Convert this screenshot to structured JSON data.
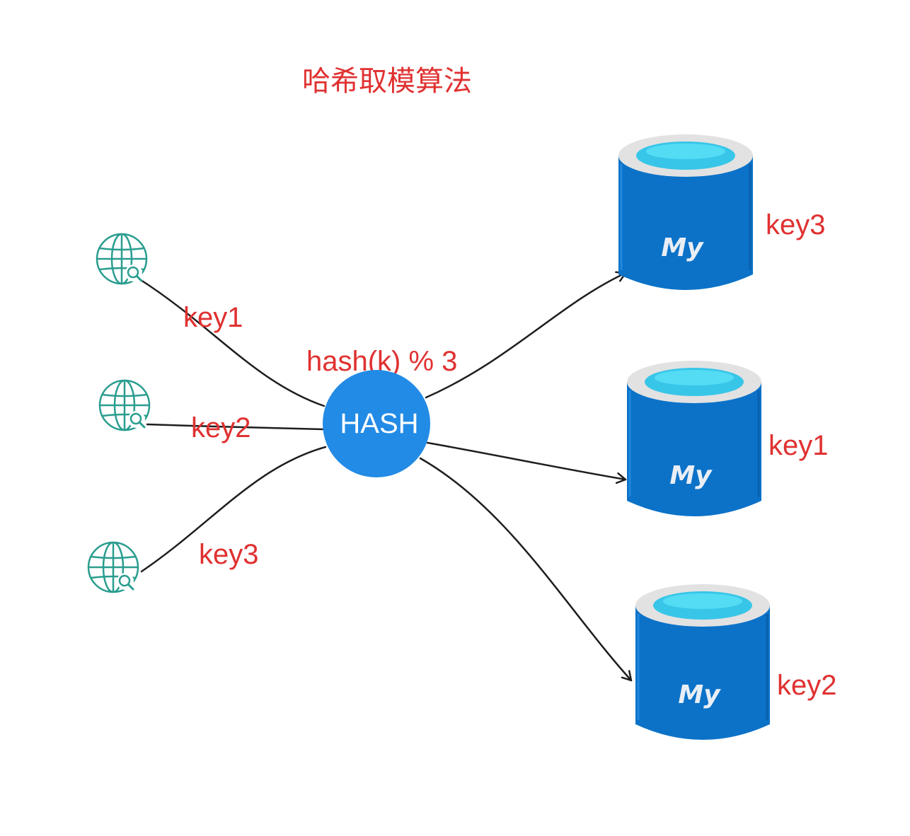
{
  "diagram": {
    "title": "哈希取模算法",
    "formula": "hash(k) % 3",
    "hash_node": {
      "label": "HASH",
      "color": "#228be6"
    },
    "clients": [
      {
        "icon": "globe-search-icon",
        "key_label": "key1"
      },
      {
        "icon": "globe-search-icon",
        "key_label": "key2"
      },
      {
        "icon": "globe-search-icon",
        "key_label": "key3"
      }
    ],
    "databases": [
      {
        "icon": "mysql-database-icon",
        "text": "My",
        "key_label": "key3"
      },
      {
        "icon": "mysql-database-icon",
        "text": "My",
        "key_label": "key1"
      },
      {
        "icon": "mysql-database-icon",
        "text": "My",
        "key_label": "key2"
      }
    ],
    "colors": {
      "label": "#e03131",
      "globe": "#2a9d8f",
      "db_body": "#0b72c8",
      "db_rim": "#e2e2e2",
      "db_liquid": "#38c6e8",
      "edge": "#1e1e1e"
    }
  }
}
